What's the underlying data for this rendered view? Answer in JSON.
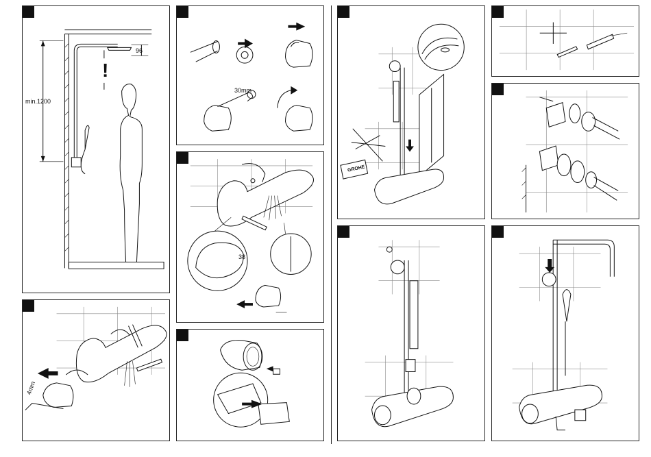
{
  "panel_1": {
    "min_height_label": "min.1200",
    "clearance_label": "96",
    "warning_mark": "!"
  },
  "panel_2": {
    "wrench_label": "30mm"
  },
  "panel_6": {
    "key_label": "4mm"
  },
  "panel_4": {
    "brand_label": "GROHE"
  },
  "panel_3": {
    "scale_label": "38"
  }
}
